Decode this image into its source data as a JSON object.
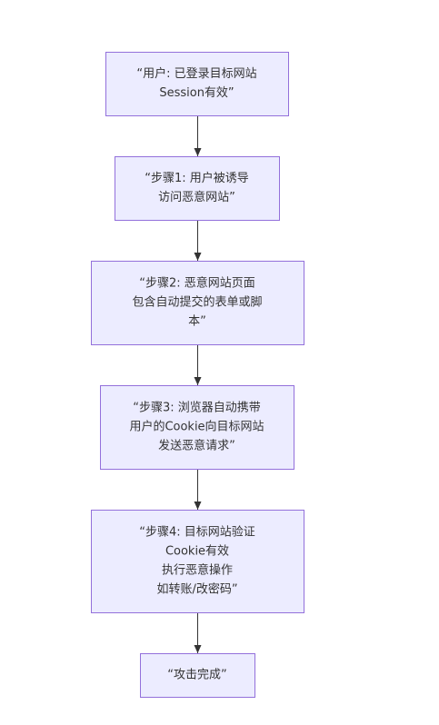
{
  "flowchart": {
    "direction": "top-down",
    "colors": {
      "node_fill": "#ececff",
      "node_stroke": "#9370db",
      "edge": "#333333",
      "text": "#333333"
    },
    "nodes": [
      {
        "id": "user-state",
        "lines": [
          "“用户: 已登录目标网站",
          "Session有效”"
        ]
      },
      {
        "id": "step-1",
        "lines": [
          "“步骤1: 用户被诱导",
          "访问恶意网站”"
        ]
      },
      {
        "id": "step-2",
        "lines": [
          "“步骤2: 恶意网站页面",
          "包含自动提交的表单或脚",
          "本”"
        ]
      },
      {
        "id": "step-3",
        "lines": [
          "“步骤3: 浏览器自动携带",
          "用户的Cookie向目标网站",
          "发送恶意请求”"
        ]
      },
      {
        "id": "step-4",
        "lines": [
          "“步骤4: 目标网站验证",
          "Cookie有效",
          "执行恶意操作",
          "如转账/改密码”"
        ]
      },
      {
        "id": "attack-complete",
        "lines": [
          "“攻击完成”"
        ]
      }
    ],
    "edges": [
      {
        "from": "user-state",
        "to": "step-1"
      },
      {
        "from": "step-1",
        "to": "step-2"
      },
      {
        "from": "step-2",
        "to": "step-3"
      },
      {
        "from": "step-3",
        "to": "step-4"
      },
      {
        "from": "step-4",
        "to": "attack-complete"
      }
    ]
  }
}
